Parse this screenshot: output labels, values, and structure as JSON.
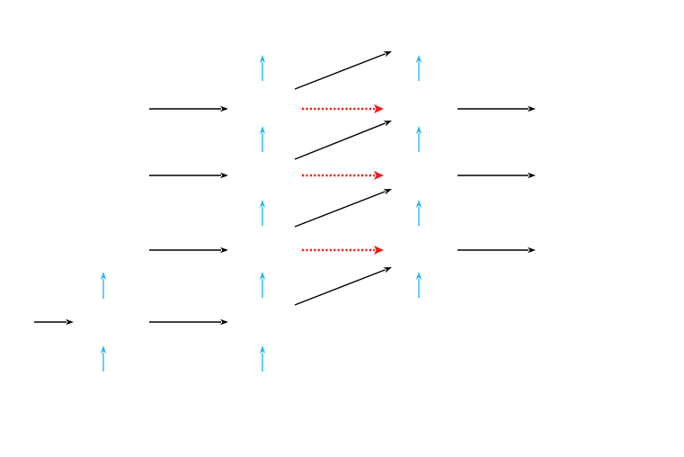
{
  "diagram": {
    "colors": {
      "background": "#ffffff",
      "black_arrow": "#000000",
      "blue_arrow": "#29b6f0",
      "red_arrow": "#ee1c1c"
    },
    "arrow_groups": [
      {
        "name": "black-horizontal-arrow",
        "style": "solid",
        "color_key": "black_arrow"
      },
      {
        "name": "black-diagonal-arrow",
        "style": "solid",
        "color_key": "black_arrow"
      },
      {
        "name": "blue-vertical-arrow",
        "style": "solid",
        "color_key": "blue_arrow"
      },
      {
        "name": "red-dotted-arrow",
        "style": "dotted",
        "color_key": "red_arrow"
      }
    ]
  }
}
